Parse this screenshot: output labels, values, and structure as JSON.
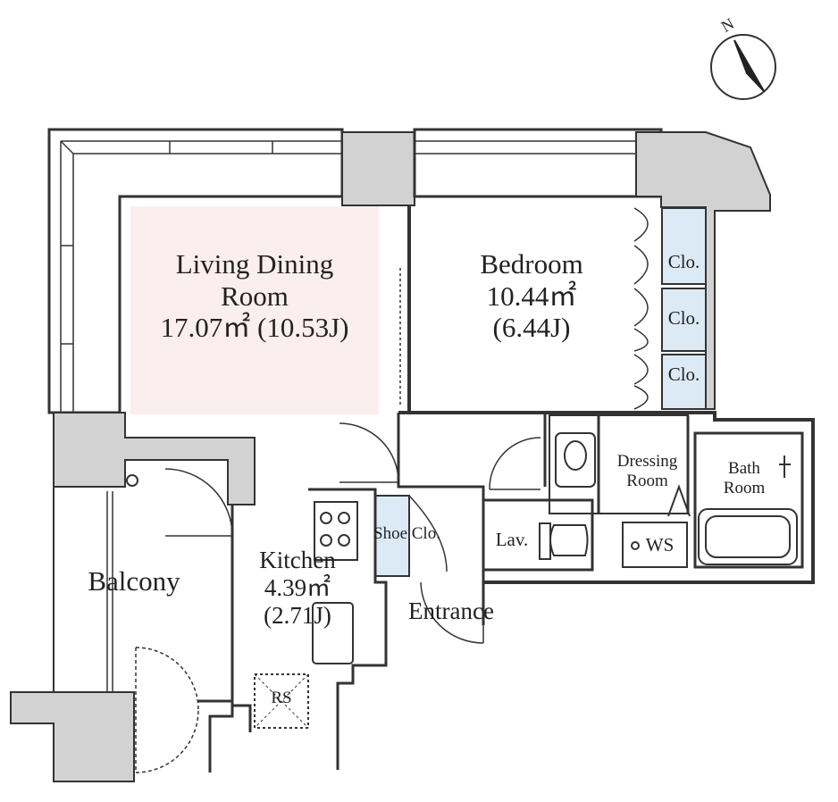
{
  "compass": {
    "label": "N",
    "icon": "north-arrow-icon"
  },
  "rooms": {
    "living": {
      "name_line1": "Living Dining",
      "name_line2": "Room",
      "area": "17.07㎡ (10.53J)"
    },
    "bedroom": {
      "name": "Bedroom",
      "area": "10.44㎡",
      "jo": "(6.44J)"
    },
    "closets": [
      "Clo.",
      "Clo.",
      "Clo."
    ],
    "dressing": {
      "line1": "Dressing",
      "line2": "Room"
    },
    "bath": {
      "line1": "Bath",
      "line2": "Room"
    },
    "kitchen": {
      "name": "Kitchen",
      "area": "4.39㎡",
      "jo": "(2.71J)"
    },
    "balcony": {
      "name": "Balcony"
    },
    "shoe_closet": {
      "name": "Shoe Clo."
    },
    "lavatory": {
      "name": "Lav."
    },
    "washing_space": {
      "name": "WS"
    },
    "refrigerator_space": {
      "name": "RS"
    },
    "entrance": {
      "name": "Entrance"
    }
  },
  "colors": {
    "wall": "#555555",
    "column": "#d2d2d2",
    "living_highlight": "#fbeeee",
    "closet_fill": "#dceaf6",
    "line": "#333333"
  }
}
